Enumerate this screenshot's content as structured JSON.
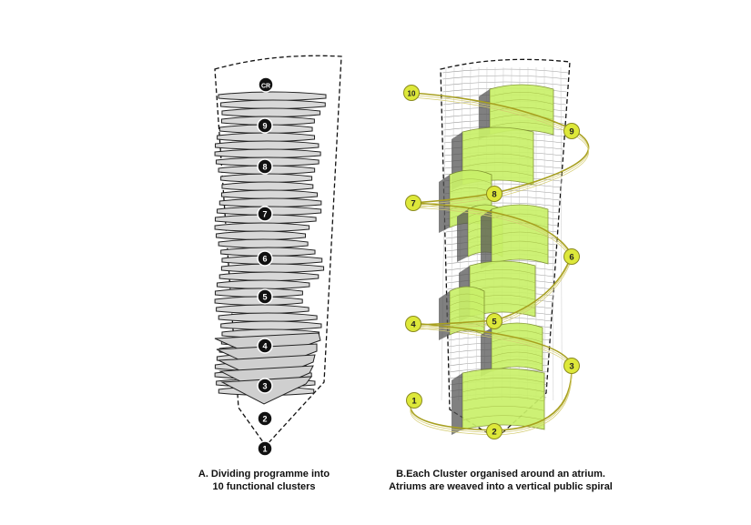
{
  "panel_a": {
    "markers": [
      "CR",
      "9",
      "8",
      "7",
      "6",
      "5",
      "4",
      "3",
      "2",
      "1"
    ],
    "caption_line1": "A. Dividing programme into",
    "caption_line2": "10 functional clusters"
  },
  "panel_b": {
    "markers": [
      "10",
      "9",
      "8",
      "7",
      "6",
      "5",
      "4",
      "3",
      "2",
      "1"
    ],
    "caption_line1": "B.Each Cluster organised around an atrium.",
    "caption_line2": "Atriums are weaved into a vertical public spiral"
  },
  "colors": {
    "accent_green": "#c9f06a",
    "marker_yellow": "#dde83a",
    "spiral_olive": "#a8a020",
    "slab_grey": "#d8d8d8",
    "marker_black": "#111111"
  }
}
